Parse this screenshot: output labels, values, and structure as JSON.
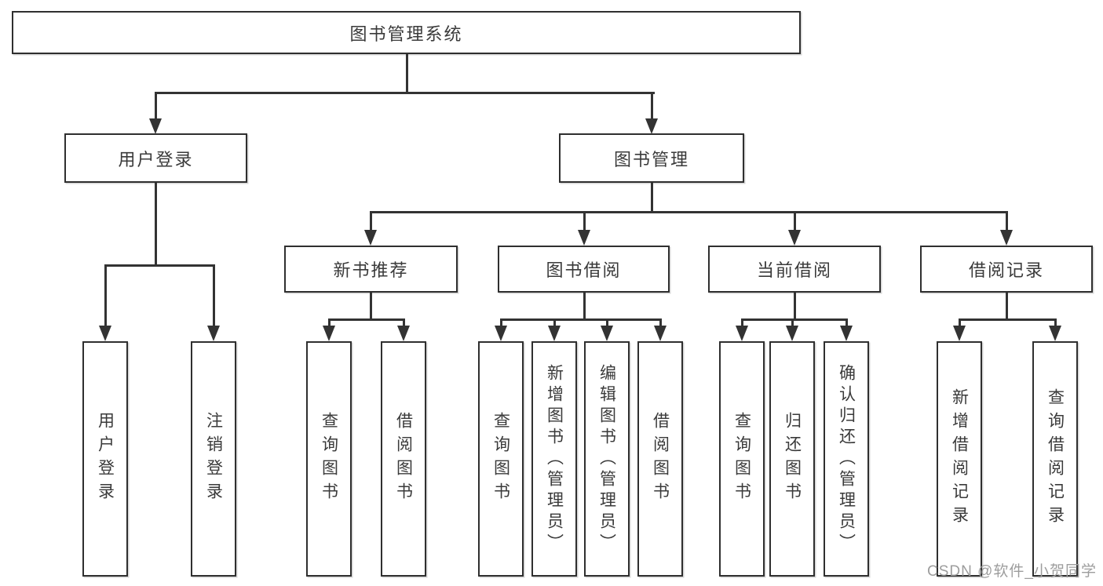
{
  "diagram": {
    "type": "hierarchy-tree",
    "title": "图书管理系统"
  },
  "tree": {
    "root": {
      "label": "图书管理系统"
    },
    "level2": [
      {
        "id": "user-login",
        "label": "用户登录",
        "parent": "图书管理系统"
      },
      {
        "id": "book-management",
        "label": "图书管理",
        "parent": "图书管理系统"
      }
    ],
    "level3": [
      {
        "id": "new-book-recommend",
        "label": "新书推荐",
        "parent": "图书管理"
      },
      {
        "id": "book-borrow",
        "label": "图书借阅",
        "parent": "图书管理"
      },
      {
        "id": "current-borrow",
        "label": "当前借阅",
        "parent": "图书管理"
      },
      {
        "id": "borrow-record",
        "label": "借阅记录",
        "parent": "图书管理"
      }
    ],
    "leaves": {
      "user_login": [
        "用户登录",
        "注销登录"
      ],
      "new_book_recommend": [
        "查询图书",
        "借阅图书"
      ],
      "book_borrow": [
        "查询图书",
        "新增图书（管理员）",
        "编辑图书（管理员）",
        "借阅图书"
      ],
      "current_borrow": [
        "查询图书",
        "归还图书",
        "确认归还（管理员）"
      ],
      "borrow_record": [
        "新增借阅记录",
        "查询借阅记录"
      ]
    }
  },
  "colors": {
    "background": "#ffffff",
    "line": "#333333",
    "box_border": "#2f2f2f",
    "box_fill": "#ffffff",
    "text": "#3a3a3a",
    "watermark": "#9d9d9d"
  },
  "watermark": {
    "text": "CSDN @软件_小贺同学"
  }
}
